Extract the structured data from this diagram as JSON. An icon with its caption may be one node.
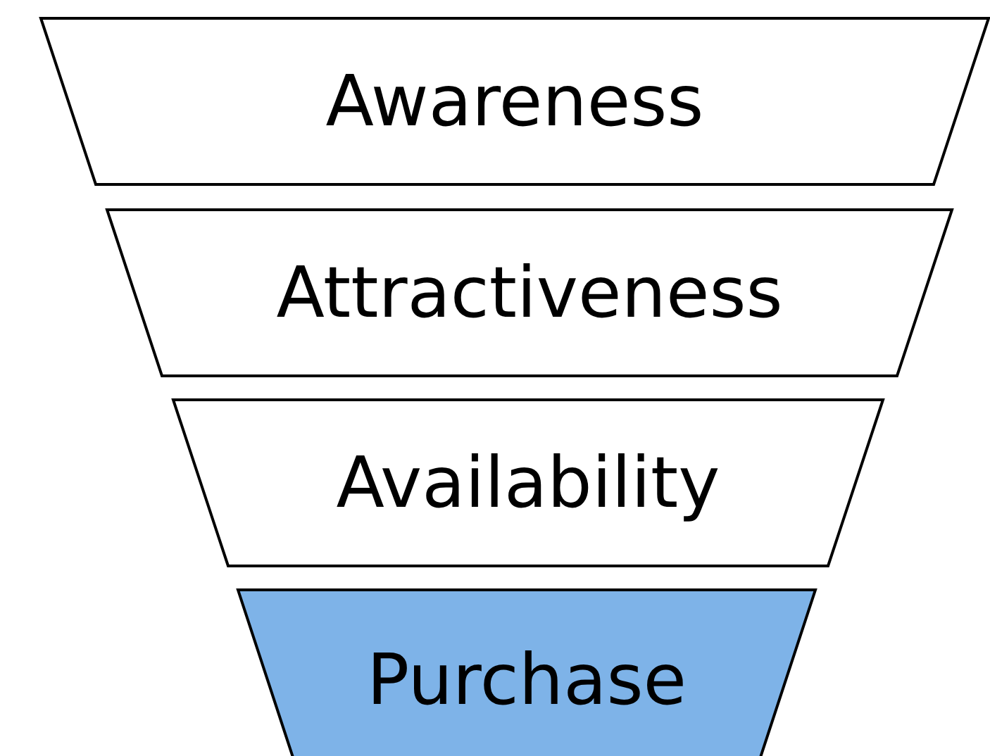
{
  "diagram": {
    "nodes": [
      {
        "text": [
          "Awareness"
        ]
      },
      {
        "text": [
          "Attractiveness"
        ]
      },
      {
        "text": [
          "Availability"
        ]
      },
      {
        "text": [
          "Purchase"
        ]
      }
    ]
  }
}
